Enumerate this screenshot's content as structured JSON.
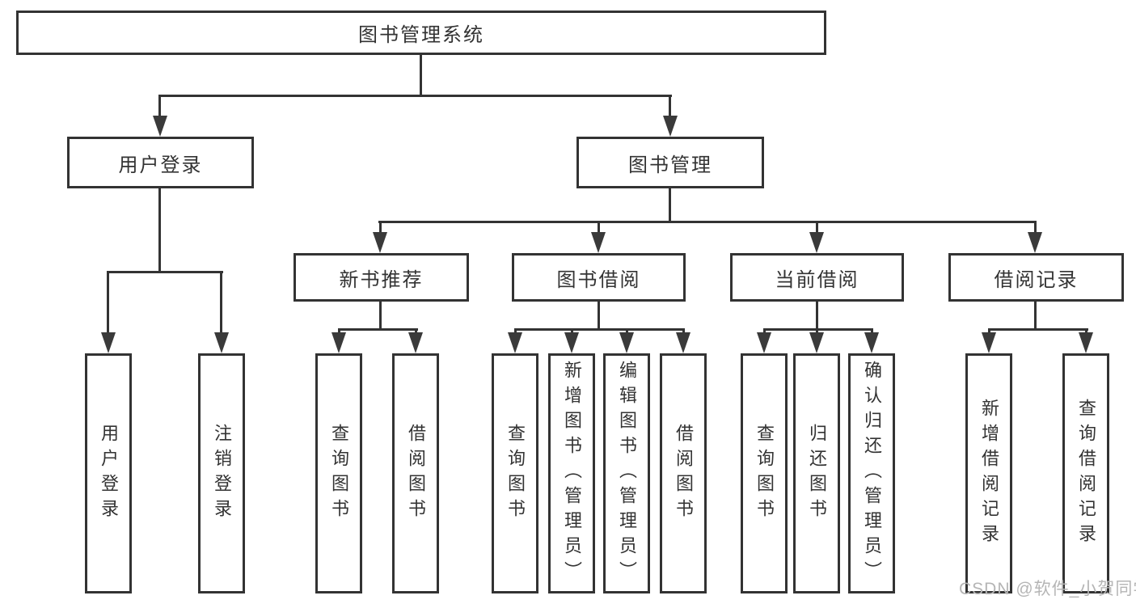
{
  "diagram": {
    "colors": {
      "line": "#333333",
      "box_border": "#333333",
      "text": "#333333",
      "background": "#ffffff",
      "watermark": "#b5b5b5"
    },
    "root": {
      "label": "图书管理系统"
    },
    "level2": [
      {
        "label": "用户登录"
      },
      {
        "label": "图书管理"
      }
    ],
    "level3": [
      {
        "label": "新书推荐",
        "parent": "图书管理"
      },
      {
        "label": "图书借阅",
        "parent": "图书管理"
      },
      {
        "label": "当前借阅",
        "parent": "图书管理"
      },
      {
        "label": "借阅记录",
        "parent": "图书管理"
      }
    ],
    "leaves": [
      {
        "label": "用户登录",
        "parent": "用户登录"
      },
      {
        "label": "注销登录",
        "parent": "用户登录"
      },
      {
        "label": "查询图书",
        "parent": "新书推荐"
      },
      {
        "label": "借阅图书",
        "parent": "新书推荐"
      },
      {
        "label": "查询图书",
        "parent": "图书借阅"
      },
      {
        "label": "新增图书（管理员）",
        "parent": "图书借阅"
      },
      {
        "label": "编辑图书（管理员）",
        "parent": "图书借阅"
      },
      {
        "label": "借阅图书",
        "parent": "图书借阅"
      },
      {
        "label": "查询图书",
        "parent": "当前借阅"
      },
      {
        "label": "归还图书",
        "parent": "当前借阅"
      },
      {
        "label": "确认归还（管理员）",
        "parent": "当前借阅"
      },
      {
        "label": "新增借阅记录",
        "parent": "借阅记录"
      },
      {
        "label": "查询借阅记录",
        "parent": "借阅记录"
      }
    ]
  },
  "watermark": {
    "text": "CSDN @软件_小贺同学"
  }
}
